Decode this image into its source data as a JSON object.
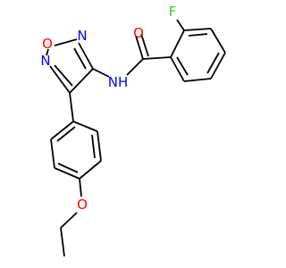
{
  "atoms": {
    "amide_o": {
      "label": "O",
      "color": "#ff0000"
    },
    "fluorine": {
      "label": "F",
      "color": "#33cc33"
    },
    "ring_n_top": {
      "label": "N",
      "color": "#0000ff"
    },
    "ring_o": {
      "label": "O",
      "color": "#ff0000"
    },
    "ring_n_left": {
      "label": "N",
      "color": "#0000ff"
    },
    "amide_nh": {
      "label": "NH",
      "color": "#0000ff"
    },
    "ether_o": {
      "label": "O",
      "color": "#ff0000"
    }
  },
  "bond_color": "#000000"
}
